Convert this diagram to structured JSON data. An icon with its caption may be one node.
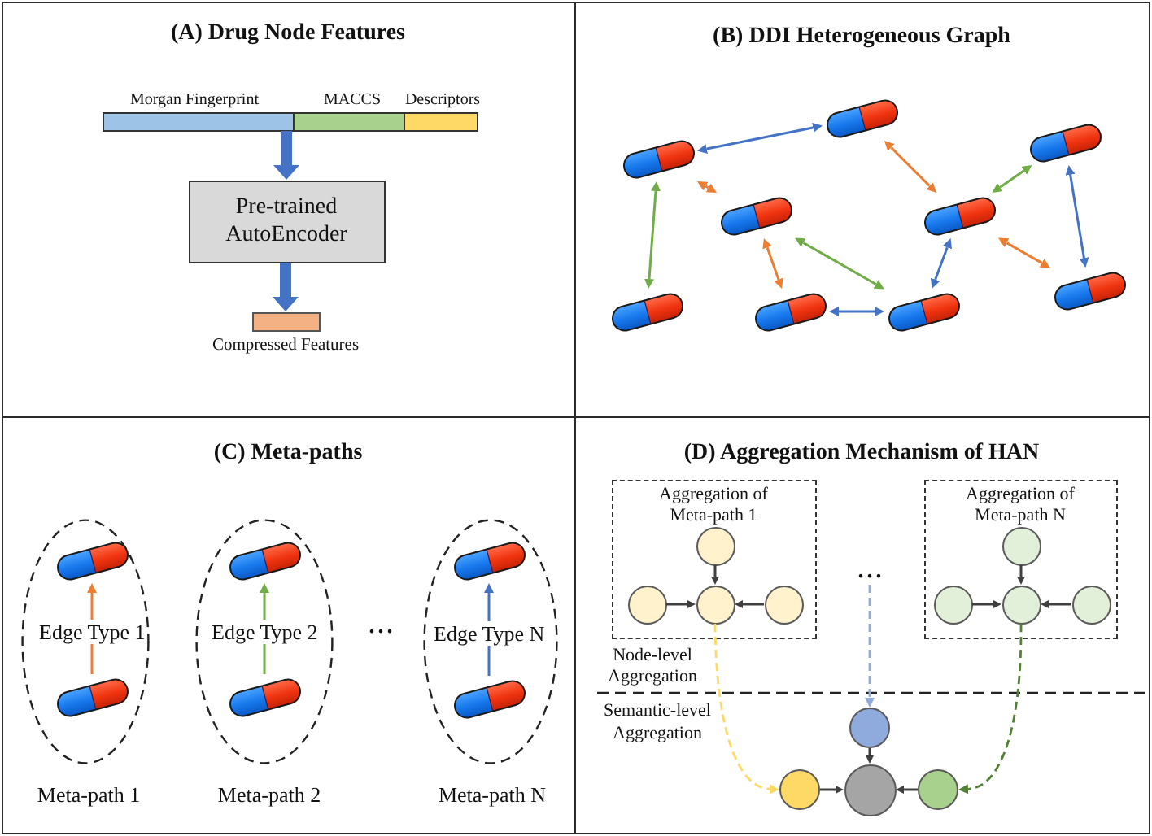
{
  "diagram": {
    "nodes": [
      {
        "text": [
          "(A) Drug Node Features"
        ]
      },
      {
        "text": [],
        "shape": "bar",
        "in": 0
      },
      {
        "text": [
          "Morgan Fingerprint"
        ],
        "in": 1
      },
      {
        "text": [
          "MACCS"
        ],
        "in": 1
      },
      {
        "text": [
          "Descriptors"
        ],
        "in": 1
      },
      {
        "text": [
          "Pre-trained AutoEncoder"
        ],
        "in": 0
      },
      {
        "text": [
          "Compressed Features"
        ],
        "in": 0
      },
      {
        "text": [
          "(B) DDI Heterogeneous Graph"
        ]
      },
      {
        "text": [],
        "shape": "capsule",
        "in": 7
      },
      {
        "text": [],
        "shape": "capsule",
        "in": 7
      },
      {
        "text": [],
        "shape": "capsule",
        "in": 7
      },
      {
        "text": [],
        "shape": "capsule",
        "in": 7
      },
      {
        "text": [],
        "shape": "capsule",
        "in": 7
      },
      {
        "text": [],
        "shape": "capsule",
        "in": 7
      },
      {
        "text": [],
        "shape": "capsule",
        "in": 7
      },
      {
        "text": [],
        "shape": "capsule",
        "in": 7
      },
      {
        "text": [],
        "shape": "capsule",
        "in": 7
      },
      {
        "text": [
          "(C) Meta-paths"
        ]
      },
      {
        "text": [
          "Meta-path 1"
        ],
        "in": 17
      },
      {
        "text": [],
        "shape": "capsule",
        "in": 18
      },
      {
        "text": [],
        "shape": "capsule",
        "in": 18
      },
      {
        "text": [
          "Meta-path 2"
        ],
        "in": 17
      },
      {
        "text": [],
        "shape": "capsule",
        "in": 21
      },
      {
        "text": [],
        "shape": "capsule",
        "in": 21
      },
      {
        "text": [
          "Meta-path N"
        ],
        "in": 17
      },
      {
        "text": [],
        "shape": "capsule",
        "in": 24
      },
      {
        "text": [],
        "shape": "capsule",
        "in": 24
      },
      {
        "text": [
          "(D) Aggregation Mechanism of HAN"
        ]
      },
      {
        "text": [
          "Aggregation of Meta-path 1"
        ],
        "in": 27
      },
      {
        "text": [],
        "shape": "circle",
        "in": 28
      },
      {
        "text": [],
        "shape": "circle",
        "in": 28
      },
      {
        "text": [],
        "shape": "circle",
        "in": 28
      },
      {
        "text": [],
        "shape": "circle",
        "in": 28
      },
      {
        "text": [
          "..."
        ],
        "in": 27
      },
      {
        "text": [
          "Aggregation of Meta-path N"
        ],
        "in": 27
      },
      {
        "text": [],
        "shape": "circle",
        "in": 34
      },
      {
        "text": [],
        "shape": "circle",
        "in": 34
      },
      {
        "text": [],
        "shape": "circle",
        "in": 34
      },
      {
        "text": [],
        "shape": "circle",
        "in": 34
      },
      {
        "text": [],
        "shape": "circle",
        "in": 27
      },
      {
        "text": [],
        "shape": "circle",
        "in": 27
      },
      {
        "text": [],
        "shape": "circle",
        "in": 27
      },
      {
        "text": [],
        "shape": "circle",
        "in": 27
      }
    ],
    "edges": [
      {
        "from": 1,
        "to": 5,
        "arrow": "to",
        "style": "thick",
        "color": "#4472c4"
      },
      {
        "from": 5,
        "to": 6,
        "arrow": "to",
        "style": "thick",
        "color": "#4472c4"
      },
      {
        "from": 8,
        "to": 9,
        "arrow": "both",
        "color": "#4472c4"
      },
      {
        "from": 8,
        "to": 11,
        "arrow": "both",
        "color": "#ed7d31"
      },
      {
        "from": 8,
        "to": 13,
        "arrow": "both",
        "color": "#70ad47"
      },
      {
        "from": 9,
        "to": 12,
        "arrow": "both",
        "color": "#ed7d31"
      },
      {
        "from": 10,
        "to": 12,
        "arrow": "both",
        "color": "#70ad47"
      },
      {
        "from": 10,
        "to": 16,
        "arrow": "both",
        "color": "#4472c4"
      },
      {
        "from": 11,
        "to": 14,
        "arrow": "both",
        "color": "#ed7d31"
      },
      {
        "from": 11,
        "to": 15,
        "arrow": "both",
        "color": "#70ad47"
      },
      {
        "from": 14,
        "to": 15,
        "arrow": "both",
        "color": "#4472c4"
      },
      {
        "from": 15,
        "to": 12,
        "arrow": "both",
        "color": "#4472c4"
      },
      {
        "from": 12,
        "to": 16,
        "arrow": "both",
        "color": "#ed7d31"
      },
      {
        "from": 20,
        "to": 19,
        "arrow": "to",
        "label": "Edge Type 1",
        "color": "#ed7d31"
      },
      {
        "from": 23,
        "to": 22,
        "arrow": "to",
        "label": "Edge Type 2",
        "color": "#70ad47"
      },
      {
        "from": 26,
        "to": 25,
        "arrow": "to",
        "label": "Edge Type N",
        "color": "#4472c4"
      },
      {
        "from": 29,
        "to": 31,
        "arrow": "to"
      },
      {
        "from": 30,
        "to": 31,
        "arrow": "to"
      },
      {
        "from": 32,
        "to": 31,
        "arrow": "to"
      },
      {
        "from": 35,
        "to": 37,
        "arrow": "to"
      },
      {
        "from": 36,
        "to": 37,
        "arrow": "to"
      },
      {
        "from": 38,
        "to": 37,
        "arrow": "to"
      },
      {
        "from": 31,
        "to": 40,
        "arrow": "to",
        "style": "dashed",
        "color": "#ffd966"
      },
      {
        "from": 33,
        "to": 39,
        "arrow": "to",
        "style": "dashed",
        "color": "#8faadc"
      },
      {
        "from": 37,
        "to": 42,
        "arrow": "to",
        "style": "dashed",
        "color": "#548235"
      },
      {
        "from": 39,
        "to": 41,
        "arrow": "to"
      },
      {
        "from": 40,
        "to": 41,
        "arrow": "to"
      },
      {
        "from": 42,
        "to": 41,
        "arrow": "to"
      }
    ],
    "labels": [
      "...",
      "Node-level Aggregation",
      "Semantic-level Aggregation"
    ]
  }
}
